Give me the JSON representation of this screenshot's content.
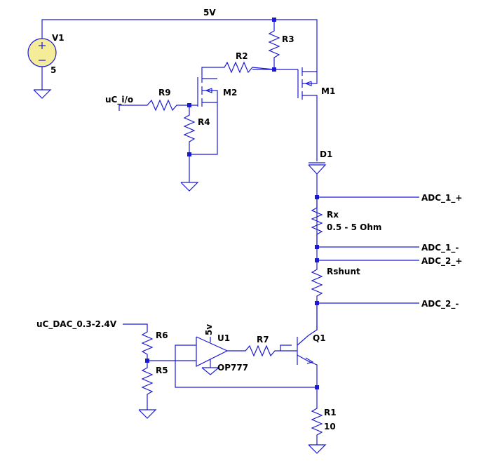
{
  "labels": {
    "rail_5v": "5V",
    "v1_name": "V1",
    "v1_value": "5",
    "r3": "R3",
    "r2": "R2",
    "m2": "M2",
    "m1": "M1",
    "r9": "R9",
    "r4": "R4",
    "uc_io": "uC_i/o",
    "d1": "D1",
    "adc1_plus": "ADC_1_+",
    "rx_name": "Rx",
    "rx_value": "0.5 - 5 Ohm",
    "adc1_minus": "ADC_1_-",
    "adc2_plus": "ADC_2_+",
    "rshunt": "Rshunt",
    "adc2_minus": "ADC_2_-",
    "uc_dac": "uC_DAC_0.3-2.4V",
    "r6": "R6",
    "r5": "R5",
    "u1": "U1",
    "u1_supply": "5v",
    "u1_model": "OP777",
    "r7": "R7",
    "q1": "Q1",
    "r1_name": "R1",
    "r1_value": "10"
  },
  "colors": {
    "wire": "#1a1ad6",
    "source_fill": "#f5ec9a",
    "text": "#000000"
  }
}
